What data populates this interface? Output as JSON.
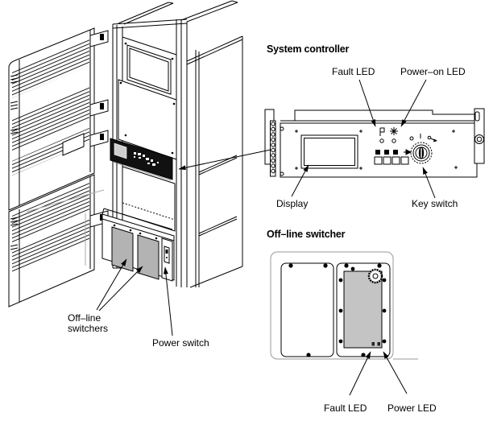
{
  "figure": {
    "background": "#ffffff",
    "line_color": "#000000",
    "ghost_line_color": "#999999",
    "module_fill": "#c4c4c4",
    "rack_module_fill": "#b3b3b3",
    "rack_display_fill": "#cfcfcf",
    "controller_panel_fill": "#111111"
  },
  "rack": {
    "labels": {
      "offline_switchers_line1": "Off–line",
      "offline_switchers_line2": "switchers",
      "power_switch": "Power switch"
    }
  },
  "system_controller": {
    "heading": "System controller",
    "labels": {
      "fault_led": "Fault LED",
      "power_on_led": "Power–on LED",
      "display": "Display",
      "key_switch": "Key switch"
    }
  },
  "offline_switcher": {
    "heading": "Off–line switcher",
    "labels": {
      "fault_led": "Fault LED",
      "power_led": "Power LED"
    }
  }
}
